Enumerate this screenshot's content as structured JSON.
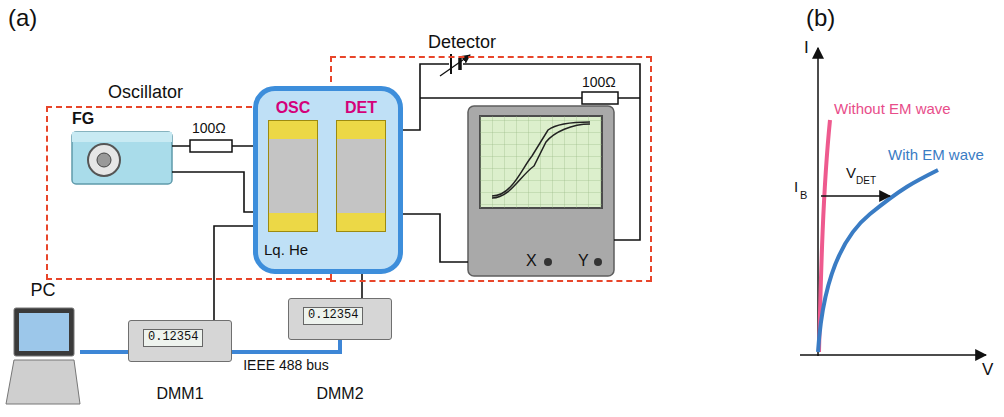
{
  "diagram": {
    "nodes": [
      {
        "text": [
          "Oscillator"
        ]
      },
      {
        "text": [
          "Detector"
        ]
      },
      {
        "text": [
          "Lq. He"
        ]
      },
      {
        "text": [
          "OSC"
        ],
        "in": 2
      },
      {
        "text": [
          "DET"
        ],
        "in": 2
      },
      {
        "text": [
          "FG"
        ],
        "in": 0
      },
      {
        "text": [
          "X",
          "Y"
        ],
        "in": 1
      },
      {
        "text": [
          "PC"
        ]
      },
      {
        "text": [
          "0.12354",
          "DMM1"
        ]
      },
      {
        "text": [
          "0.12354",
          "DMM2"
        ]
      }
    ],
    "edges": [
      {
        "from": 5,
        "to": 3,
        "arrow": "none"
      },
      {
        "from": 5,
        "to": 3,
        "arrow": "none"
      },
      {
        "from": 8,
        "to": 3,
        "arrow": "none"
      },
      {
        "from": 4,
        "to": 6,
        "arrow": "none"
      },
      {
        "from": 4,
        "to": 6,
        "arrow": "none"
      },
      {
        "from": 9,
        "to": 4,
        "arrow": "none"
      },
      {
        "from": 7,
        "to": 8,
        "arrow": "none"
      },
      {
        "from": 8,
        "to": 9,
        "label": "IEEE 488 bus",
        "arrow": "none"
      }
    ],
    "labels": [
      "(a)",
      "(b)",
      "100Ω",
      "100Ω",
      "I",
      "V",
      "I",
      "B",
      "V",
      "DET",
      "Without EM wave",
      "With EM wave"
    ]
  }
}
